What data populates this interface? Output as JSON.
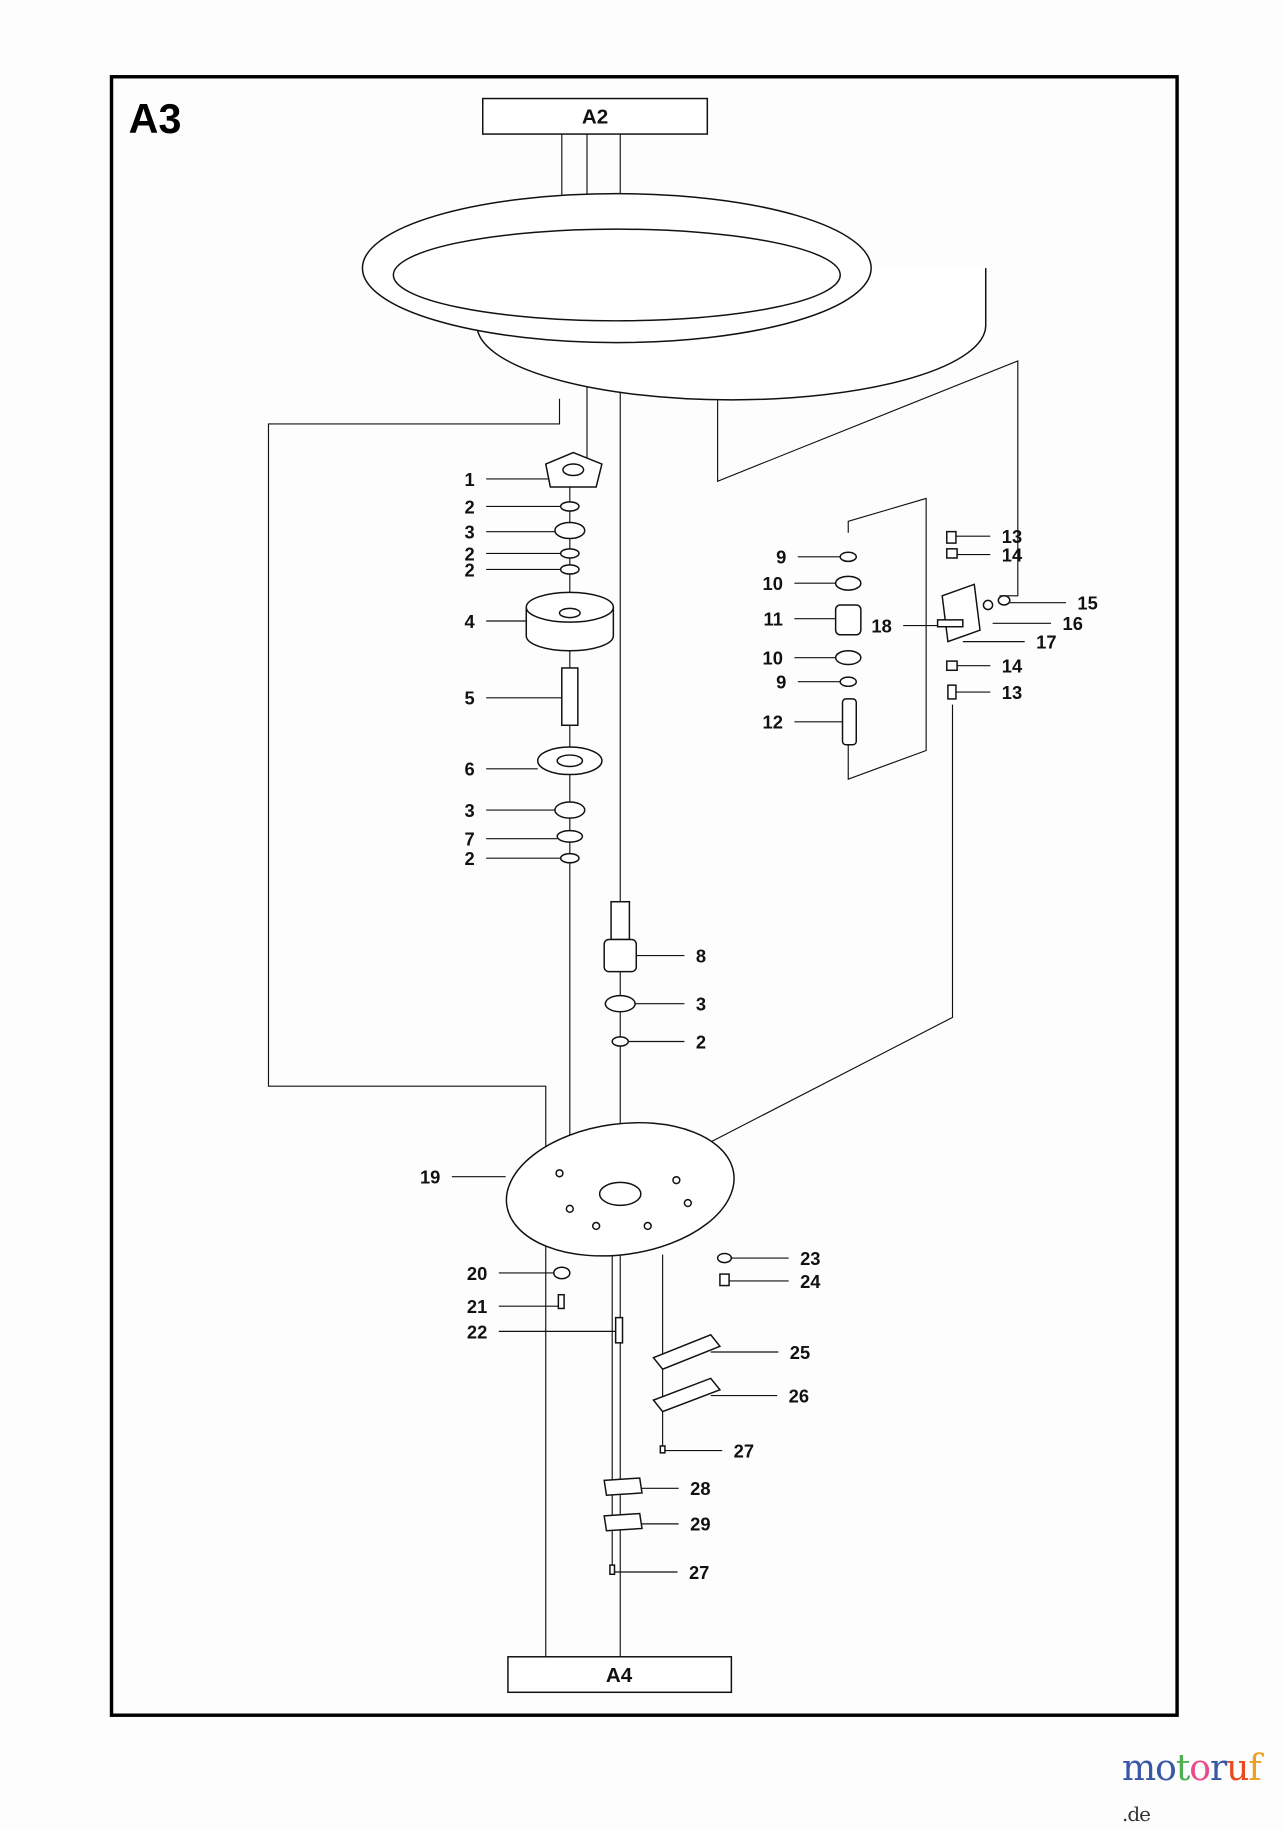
{
  "section_label": "A3",
  "connector_top": "A2",
  "connector_bottom": "A4",
  "callouts": [
    "1",
    "2",
    "3",
    "2",
    "2",
    "4",
    "5",
    "6",
    "3",
    "7",
    "2",
    "8",
    "3",
    "2",
    "9",
    "10",
    "11",
    "10",
    "9",
    "12",
    "13",
    "14",
    "15",
    "16",
    "17",
    "18",
    "14",
    "13",
    "19",
    "20",
    "21",
    "22",
    "23",
    "24",
    "25",
    "26",
    "27",
    "28",
    "29",
    "27"
  ],
  "watermark": {
    "text": "motoruf",
    "tld": ".de",
    "colors": [
      "#3a57a7",
      "#3a57a7",
      "#4caf50",
      "#e84c8b",
      "#3a57a7",
      "#e84c1e",
      "#f0a01e",
      "#f2c81e"
    ]
  }
}
